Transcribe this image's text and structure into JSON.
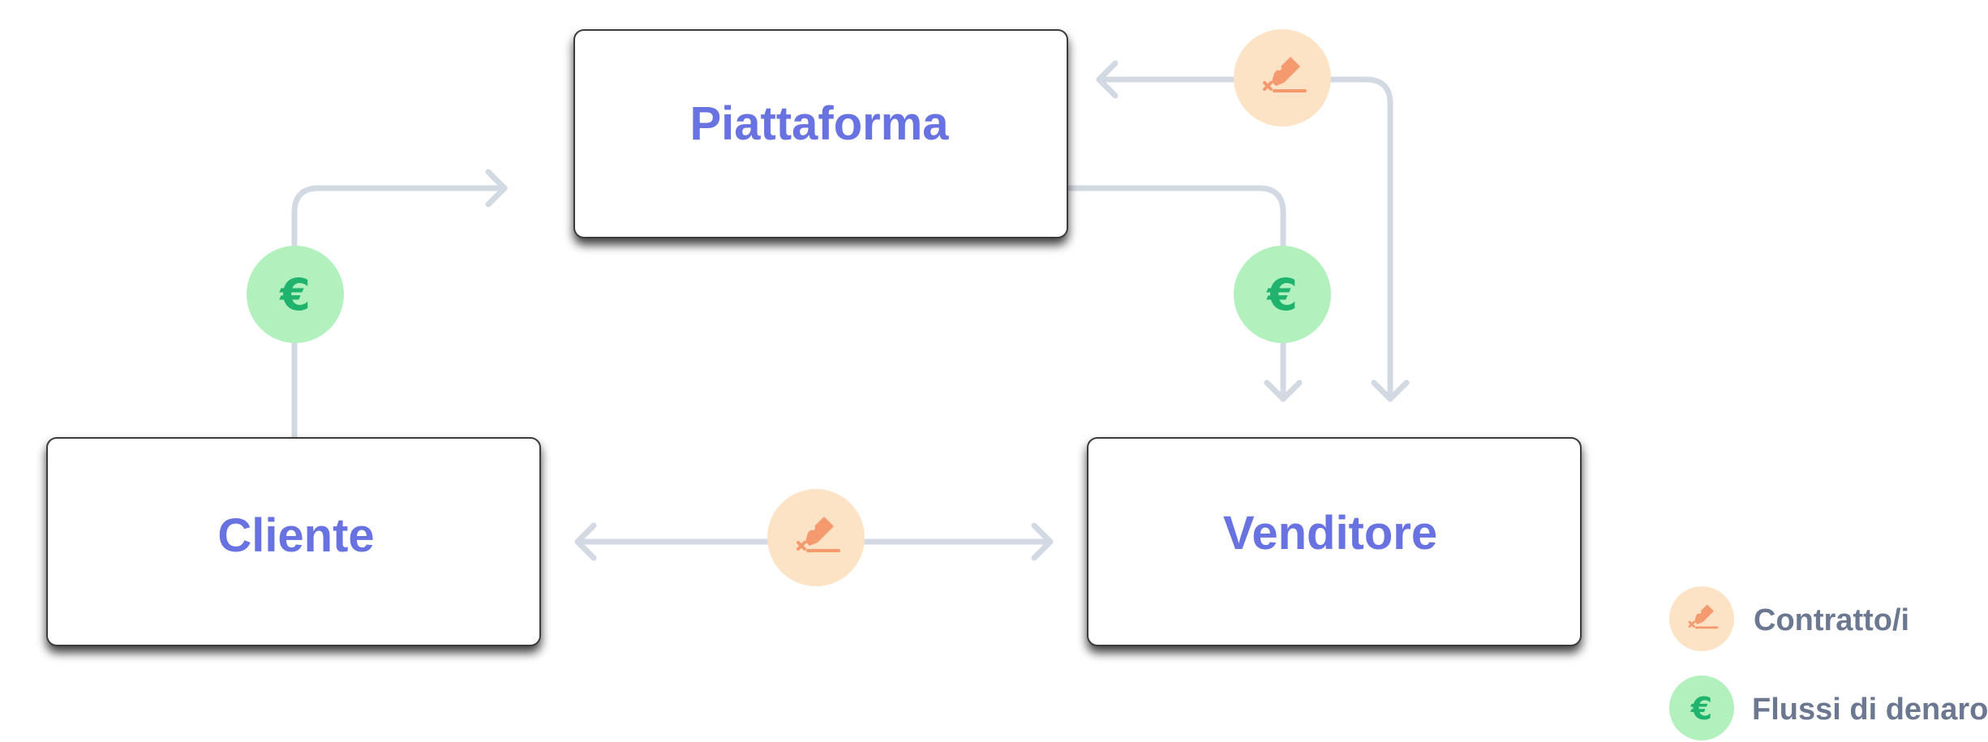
{
  "nodes": {
    "platform": "Piattaforma",
    "customer": "Cliente",
    "seller": "Venditore"
  },
  "flows": {
    "money_symbol": "€"
  },
  "legend": {
    "contract_label": "Contratto/i",
    "money_label": "Flussi di denaro",
    "money_symbol": "€"
  },
  "colors": {
    "box_label": "#6872e0",
    "connector": "#d3d9e2",
    "contract_badge_bg": "#fde3c6",
    "contract_icon": "#f49a6e",
    "money_badge_bg": "#b2f0bd",
    "money_symbol": "#1fb36e",
    "legend_text": "#6b7890"
  },
  "icons": {
    "contract": "pen-signature-icon",
    "money": "euro-icon"
  }
}
